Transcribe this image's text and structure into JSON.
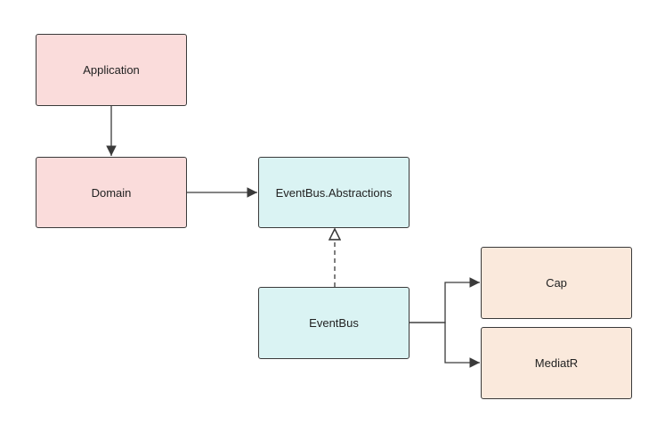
{
  "colors": {
    "app_layer_fill": "#fadcdb",
    "eventbus_fill": "#daf3f3",
    "provider_fill": "#fae9dc",
    "stroke": "#3a3a3a"
  },
  "nodes": {
    "application": {
      "label": "Application"
    },
    "domain": {
      "label": "Domain"
    },
    "abstractions": {
      "label": "EventBus.Abstractions"
    },
    "eventbus": {
      "label": "EventBus"
    },
    "cap": {
      "label": "Cap"
    },
    "mediatr": {
      "label": "MediatR"
    }
  },
  "edges": [
    {
      "from": "Application",
      "to": "Domain",
      "style": "solid",
      "head": "filled-arrow"
    },
    {
      "from": "Domain",
      "to": "EventBus.Abstractions",
      "style": "solid",
      "head": "filled-arrow"
    },
    {
      "from": "EventBus",
      "to": "EventBus.Abstractions",
      "style": "dashed",
      "head": "hollow-triangle"
    },
    {
      "from": "EventBus",
      "to": "Cap",
      "style": "solid",
      "head": "filled-arrow"
    },
    {
      "from": "EventBus",
      "to": "MediatR",
      "style": "solid",
      "head": "filled-arrow"
    }
  ]
}
